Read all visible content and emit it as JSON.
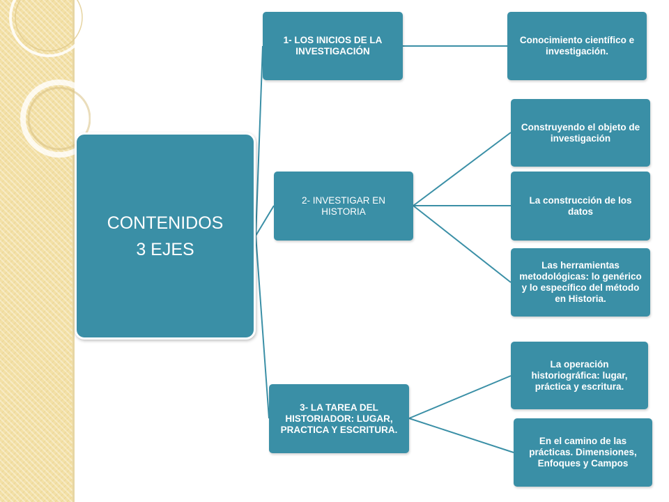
{
  "colors": {
    "node_fill": "#3a8fa6",
    "node_text": "#ffffff",
    "connector": "#3a8fa6",
    "side_strip": "#f3e0a6"
  },
  "root": {
    "line1": "CONTENIDOS",
    "line2": "3 EJES"
  },
  "branches": [
    {
      "label": "1- LOS INICIOS DE LA INVESTIGACIÓN",
      "children": [
        {
          "label": "Conocimiento científico e investigación."
        }
      ]
    },
    {
      "label": "2- INVESTIGAR EN HISTORIA",
      "children": [
        {
          "label": "Construyendo el objeto de investigación"
        },
        {
          "label": "La construcción de los datos"
        },
        {
          "label": "Las herramientas metodológicas: lo genérico y lo específico del método en Historia."
        }
      ]
    },
    {
      "label": "3- LA TAREA DEL HISTORIADOR: LUGAR, PRACTICA Y ESCRITURA.",
      "children": [
        {
          "label": "La operación historiográfica: lugar, práctica y escritura."
        },
        {
          "label": "En el camino de las prácticas. Dimensiones, Enfoques y Campos"
        }
      ]
    }
  ]
}
